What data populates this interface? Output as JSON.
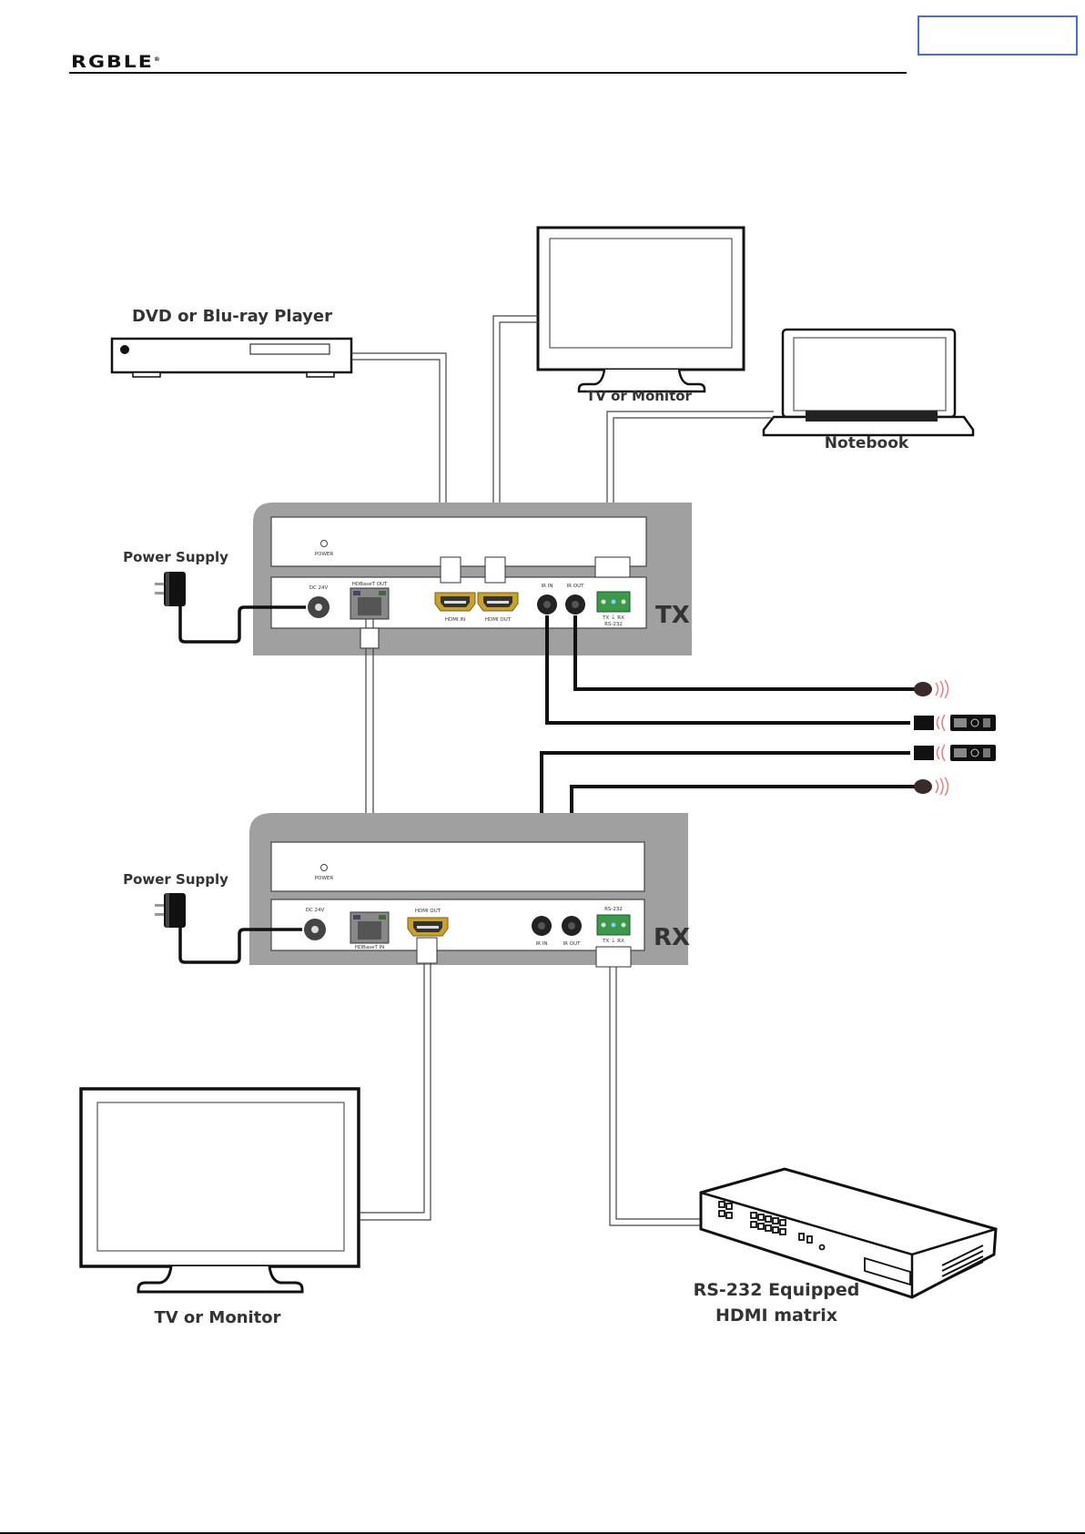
{
  "header": {
    "brand": "RGBLE",
    "brand_mark": "®"
  },
  "colors": {
    "page_box_border": "#4472c4",
    "unit_housing": "#a0a0a0",
    "hdmi_port": "#c9a227",
    "rs232_terminal": "#3a9a4a",
    "ir_signal": "#e08080"
  },
  "diagram": {
    "devices": {
      "dvd_player": "DVD or Blu-ray Player",
      "tv_top": "TV or Monitor",
      "notebook": "Notebook",
      "power_supply_tx": "Power Supply",
      "power_supply_rx": "Power Supply",
      "tv_bottom": "TV or Monitor",
      "matrix_line1": "RS-232 Equipped",
      "matrix_line2": "HDMI matrix"
    },
    "tx": {
      "label": "TX",
      "power": "POWER",
      "dc": "DC 24V",
      "hdbaset": "HDBaseT OUT",
      "hdmi_in": "HDMI IN",
      "hdmi_out": "HDMI OUT",
      "ir_in": "IR IN",
      "ir_out": "IR OUT",
      "rs232_pins": "TX  ⏚  RX",
      "rs232": "RS-232"
    },
    "rx": {
      "label": "RX",
      "power": "POWER",
      "dc": "DC 24V",
      "hdbaset": "HDBaseT IN",
      "hdmi_out": "HDMI OUT",
      "ir_in": "IR IN",
      "ir_out": "IR OUT",
      "rs232": "RS-232",
      "rs232_pins": "TX  ⏚  RX"
    }
  }
}
